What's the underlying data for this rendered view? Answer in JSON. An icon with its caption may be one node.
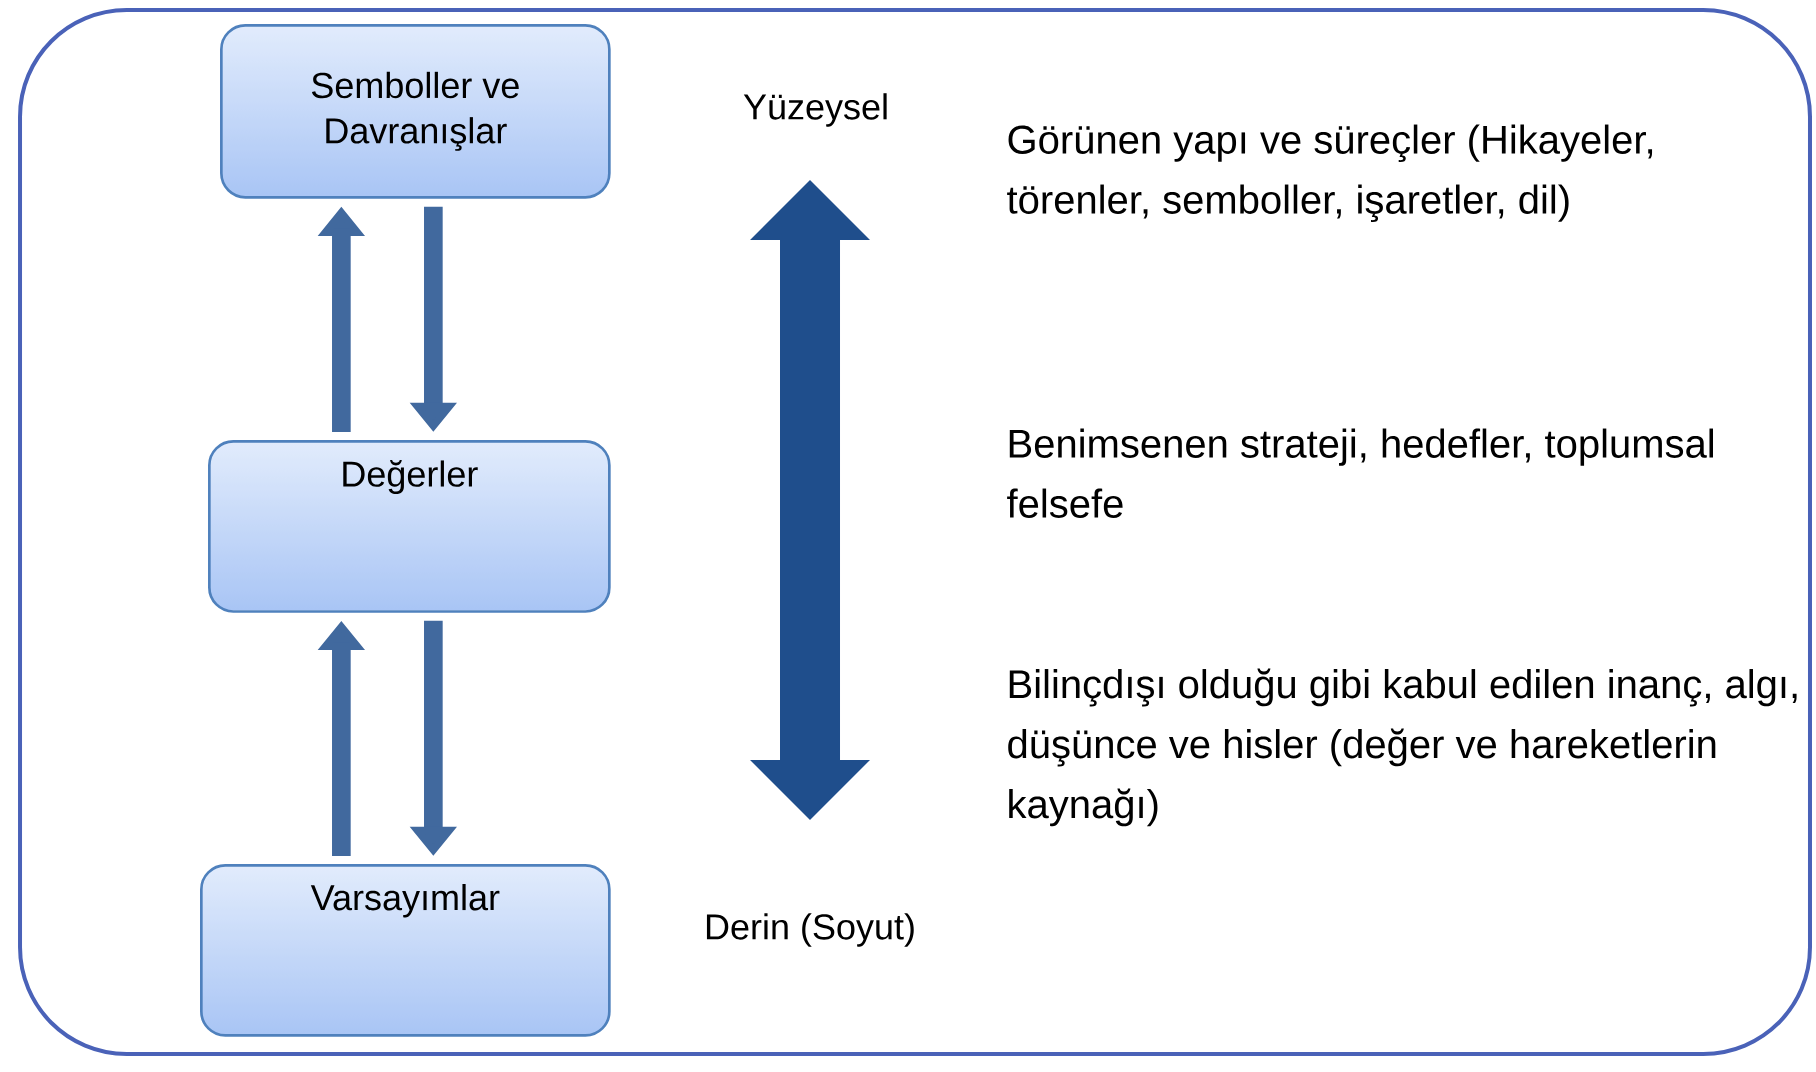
{
  "diagram": {
    "nodes": [
      {
        "text": [
          "Semboller ve Davranışlar"
        ]
      },
      {
        "text": [
          "Değerler"
        ]
      },
      {
        "text": [
          "Varsayımlar"
        ]
      }
    ],
    "edges": [
      {
        "from": 1,
        "to": 0,
        "arrow": "to"
      },
      {
        "from": 0,
        "to": 1,
        "arrow": "to"
      },
      {
        "from": 2,
        "to": 1,
        "arrow": "to"
      },
      {
        "from": 1,
        "to": 2,
        "arrow": "to"
      }
    ],
    "labels": [
      "Yüzeysel",
      "Görünen yapı ve süreçler (Hikayeler, törenler, semboller, işaretler, dil)",
      "Benimsenen strateji, hedefler, toplumsal felsefe",
      "Bilinçdışı olduğu gibi kabul edilen inanç, algı, düşünce ve hisler (değer ve hareketlerin kaynağı)",
      "Derin (Soyut)"
    ]
  }
}
